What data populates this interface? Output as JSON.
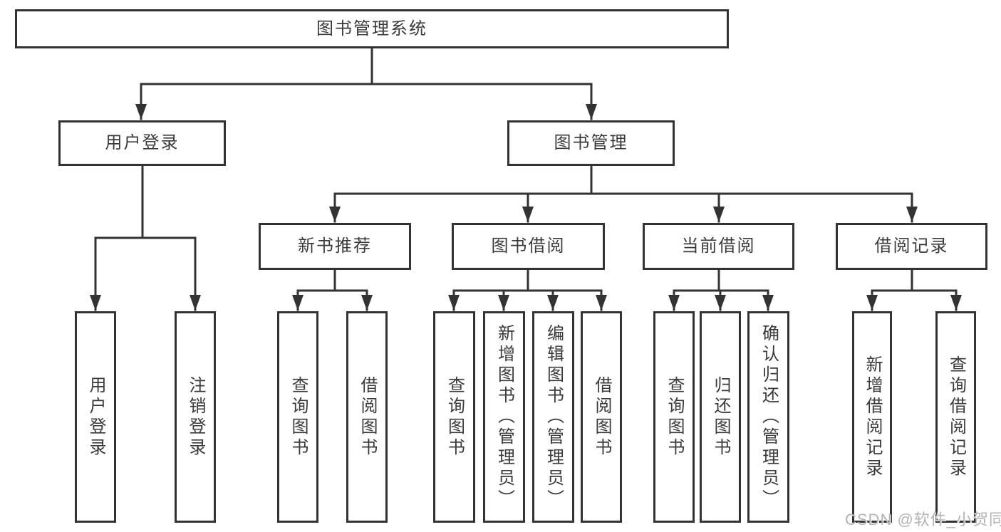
{
  "diagram": {
    "root": {
      "label": "图书管理系统",
      "children": [
        {
          "label": "用户登录",
          "children": [
            {
              "label": "用户登录"
            },
            {
              "label": "注销登录"
            }
          ]
        },
        {
          "label": "图书管理",
          "children": [
            {
              "label": "新书推荐",
              "children": [
                {
                  "label": "查询图书"
                },
                {
                  "label": "借阅图书"
                }
              ]
            },
            {
              "label": "图书借阅",
              "children": [
                {
                  "label": "查询图书"
                },
                {
                  "label": "新增图书（管理员）"
                },
                {
                  "label": "编辑图书（管理员）"
                },
                {
                  "label": "借阅图书"
                }
              ]
            },
            {
              "label": "当前借阅",
              "children": [
                {
                  "label": "查询图书"
                },
                {
                  "label": "归还图书"
                },
                {
                  "label": "确认归还（管理员）"
                }
              ]
            },
            {
              "label": "借阅记录",
              "children": [
                {
                  "label": "新增借阅记录"
                },
                {
                  "label": "查询借阅记录"
                }
              ]
            }
          ]
        }
      ]
    }
  },
  "watermark": {
    "text": "CSDN @软件_小贺同学"
  },
  "colors": {
    "line": "#333333",
    "text": "#3a3a3a",
    "watermark": "#b3b3b3",
    "background": "#ffffff"
  }
}
